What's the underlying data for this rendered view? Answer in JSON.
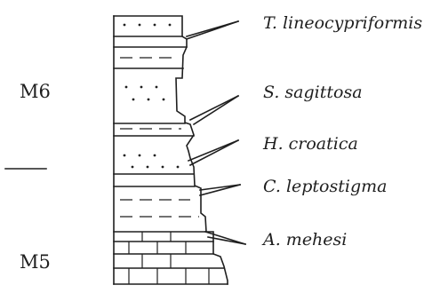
{
  "zones": {
    "upper": "M6",
    "lower": "M5"
  },
  "taxa": [
    {
      "name": "T. lineocypriformis"
    },
    {
      "name": "S. sagittosa"
    },
    {
      "name": "H. croatica"
    },
    {
      "name": "C. leptostigma"
    },
    {
      "name": "A. mehesi"
    }
  ]
}
